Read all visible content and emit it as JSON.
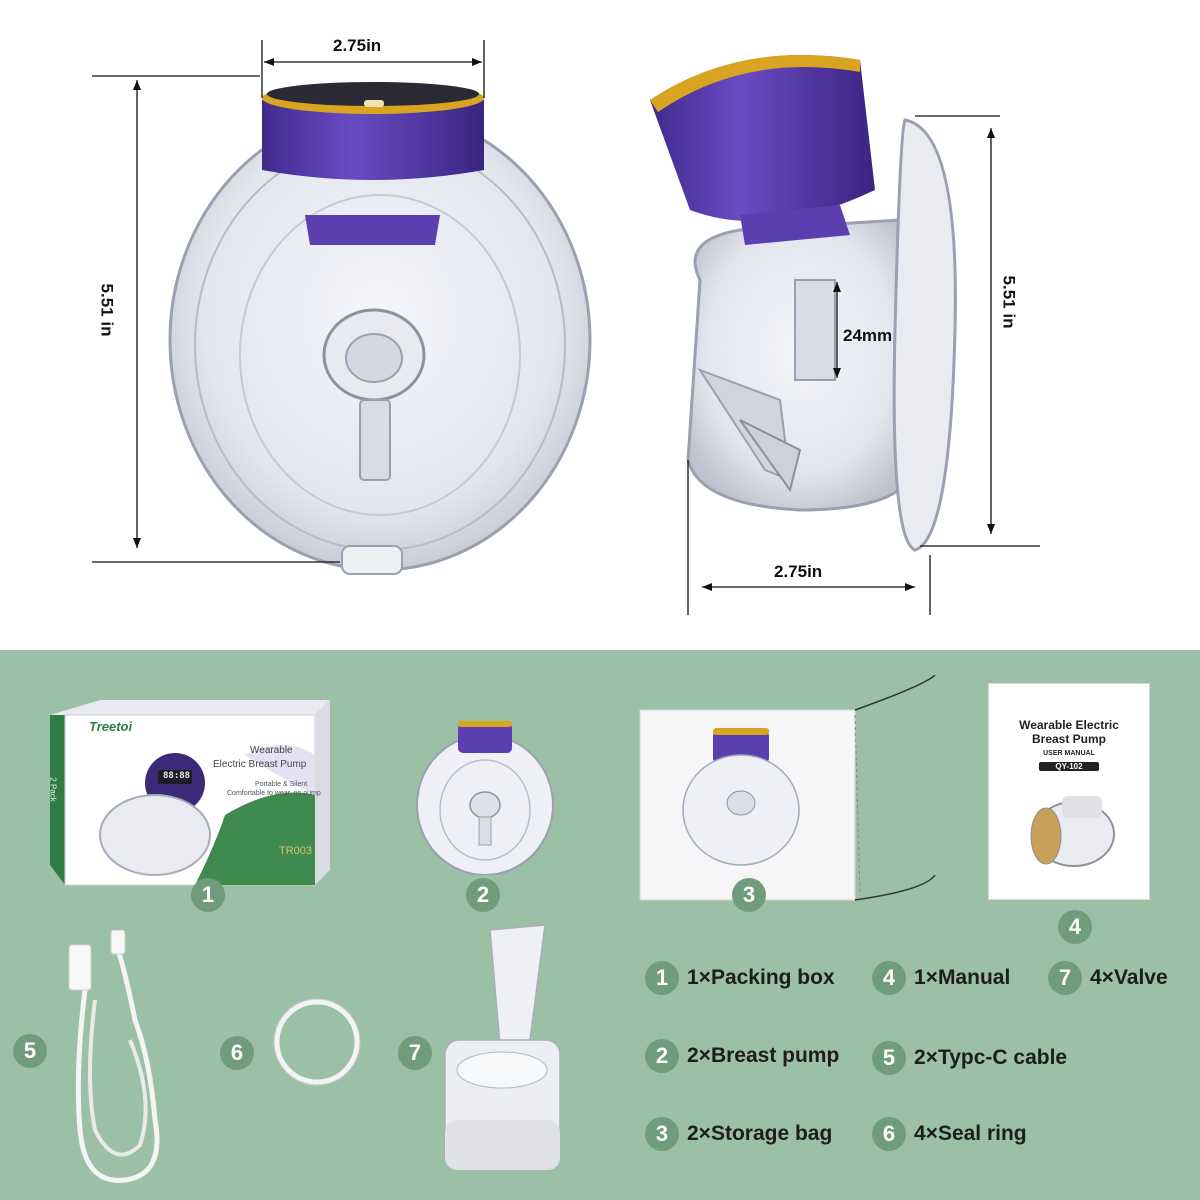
{
  "dimensions": {
    "front_width": "2.75in",
    "front_height": "5.51 in",
    "side_height": "5.51 in",
    "side_width": "2.75in",
    "side_flange": "24mm"
  },
  "package": {
    "brand": "Treetoi",
    "title_line1": "Wearable",
    "title_line2": "Electric Breast Pump",
    "tagline_line1": "Portable & Silent",
    "tagline_line2": "Comfortable to wear, no pump",
    "model": "TR003",
    "side_text": "2 Pack",
    "display_digits": "88:88"
  },
  "manual": {
    "title_line1": "Wearable Electric",
    "title_line2": "Breast Pump",
    "subtitle": "USER MANUAL",
    "model": "QY-102"
  },
  "badges": [
    "1",
    "2",
    "3",
    "4",
    "5",
    "6",
    "7"
  ],
  "legend": [
    {
      "num": "1",
      "text": "1×Packing box"
    },
    {
      "num": "4",
      "text": "1×Manual"
    },
    {
      "num": "7",
      "text": "4×Valve"
    },
    {
      "num": "2",
      "text": "2×Breast pump"
    },
    {
      "num": "5",
      "text": "2×Typc-C cable"
    },
    {
      "num": "3",
      "text": "2×Storage bag"
    },
    {
      "num": "6",
      "text": "4×Seal ring"
    }
  ],
  "colors": {
    "background_bottom": "#9bc0a5",
    "badge": "#6f9c7a",
    "pump_purple": "#5b3fb0",
    "pump_gold": "#d9a521"
  }
}
